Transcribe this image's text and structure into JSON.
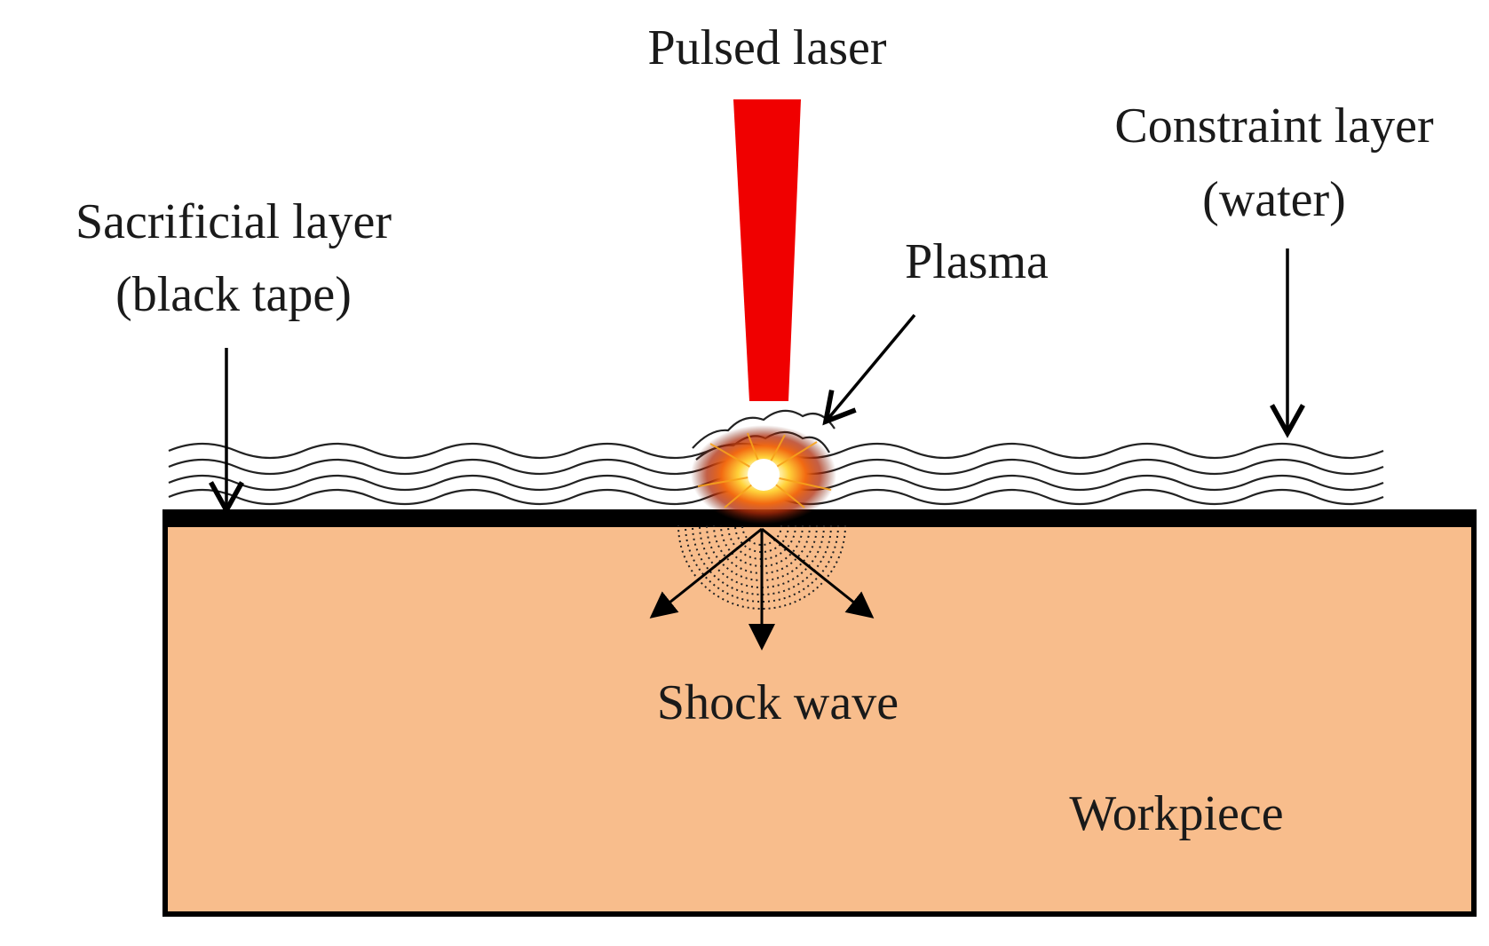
{
  "labels": {
    "pulsed_laser": "Pulsed laser",
    "constraint_layer_line1": "Constraint layer",
    "constraint_layer_line2": "(water)",
    "sacrificial_layer_line1": "Sacrificial layer",
    "sacrificial_layer_line2": "(black tape)",
    "plasma": "Plasma",
    "shock_wave": "Shock wave",
    "workpiece": "Workpiece"
  },
  "colors": {
    "workpiece_fill": "#F8BD8C",
    "laser_beam": "#F00000",
    "black_tape": "#000000",
    "water_lines": "#222222",
    "arrows": "#000000"
  }
}
